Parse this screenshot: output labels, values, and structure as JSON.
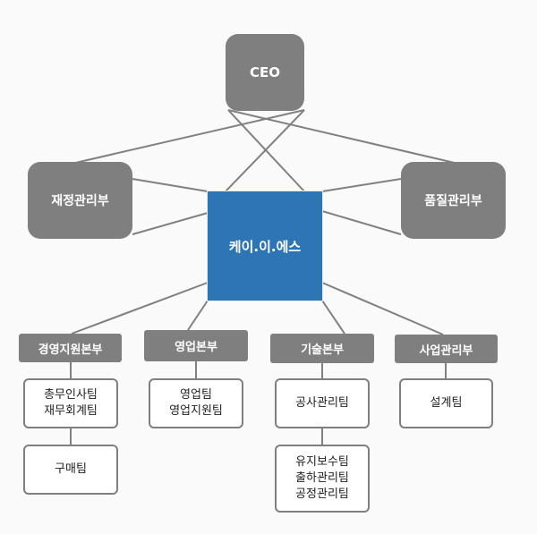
{
  "org": {
    "ceo": "CEO",
    "finance": "재정관리부",
    "quality": "품질관리부",
    "company": "케이.이.에스",
    "divisions": {
      "management": "경영지원본부",
      "sales": "영업본부",
      "tech": "기술본부",
      "business": "사업관리부"
    },
    "teams": {
      "general_affairs": "총무인사팀\n재무회계팀",
      "purchasing": "구매팀",
      "sales_teams": "영업팀\n영업지원팀",
      "construction": "공사관리팀",
      "maintenance": "유지보수팀\n출하관리팀\n공정관리팀",
      "design": "설계팀"
    }
  },
  "colors": {
    "node_gray": "#7f7f7f",
    "center_blue": "#2e75b6",
    "line_gray": "#808080"
  }
}
